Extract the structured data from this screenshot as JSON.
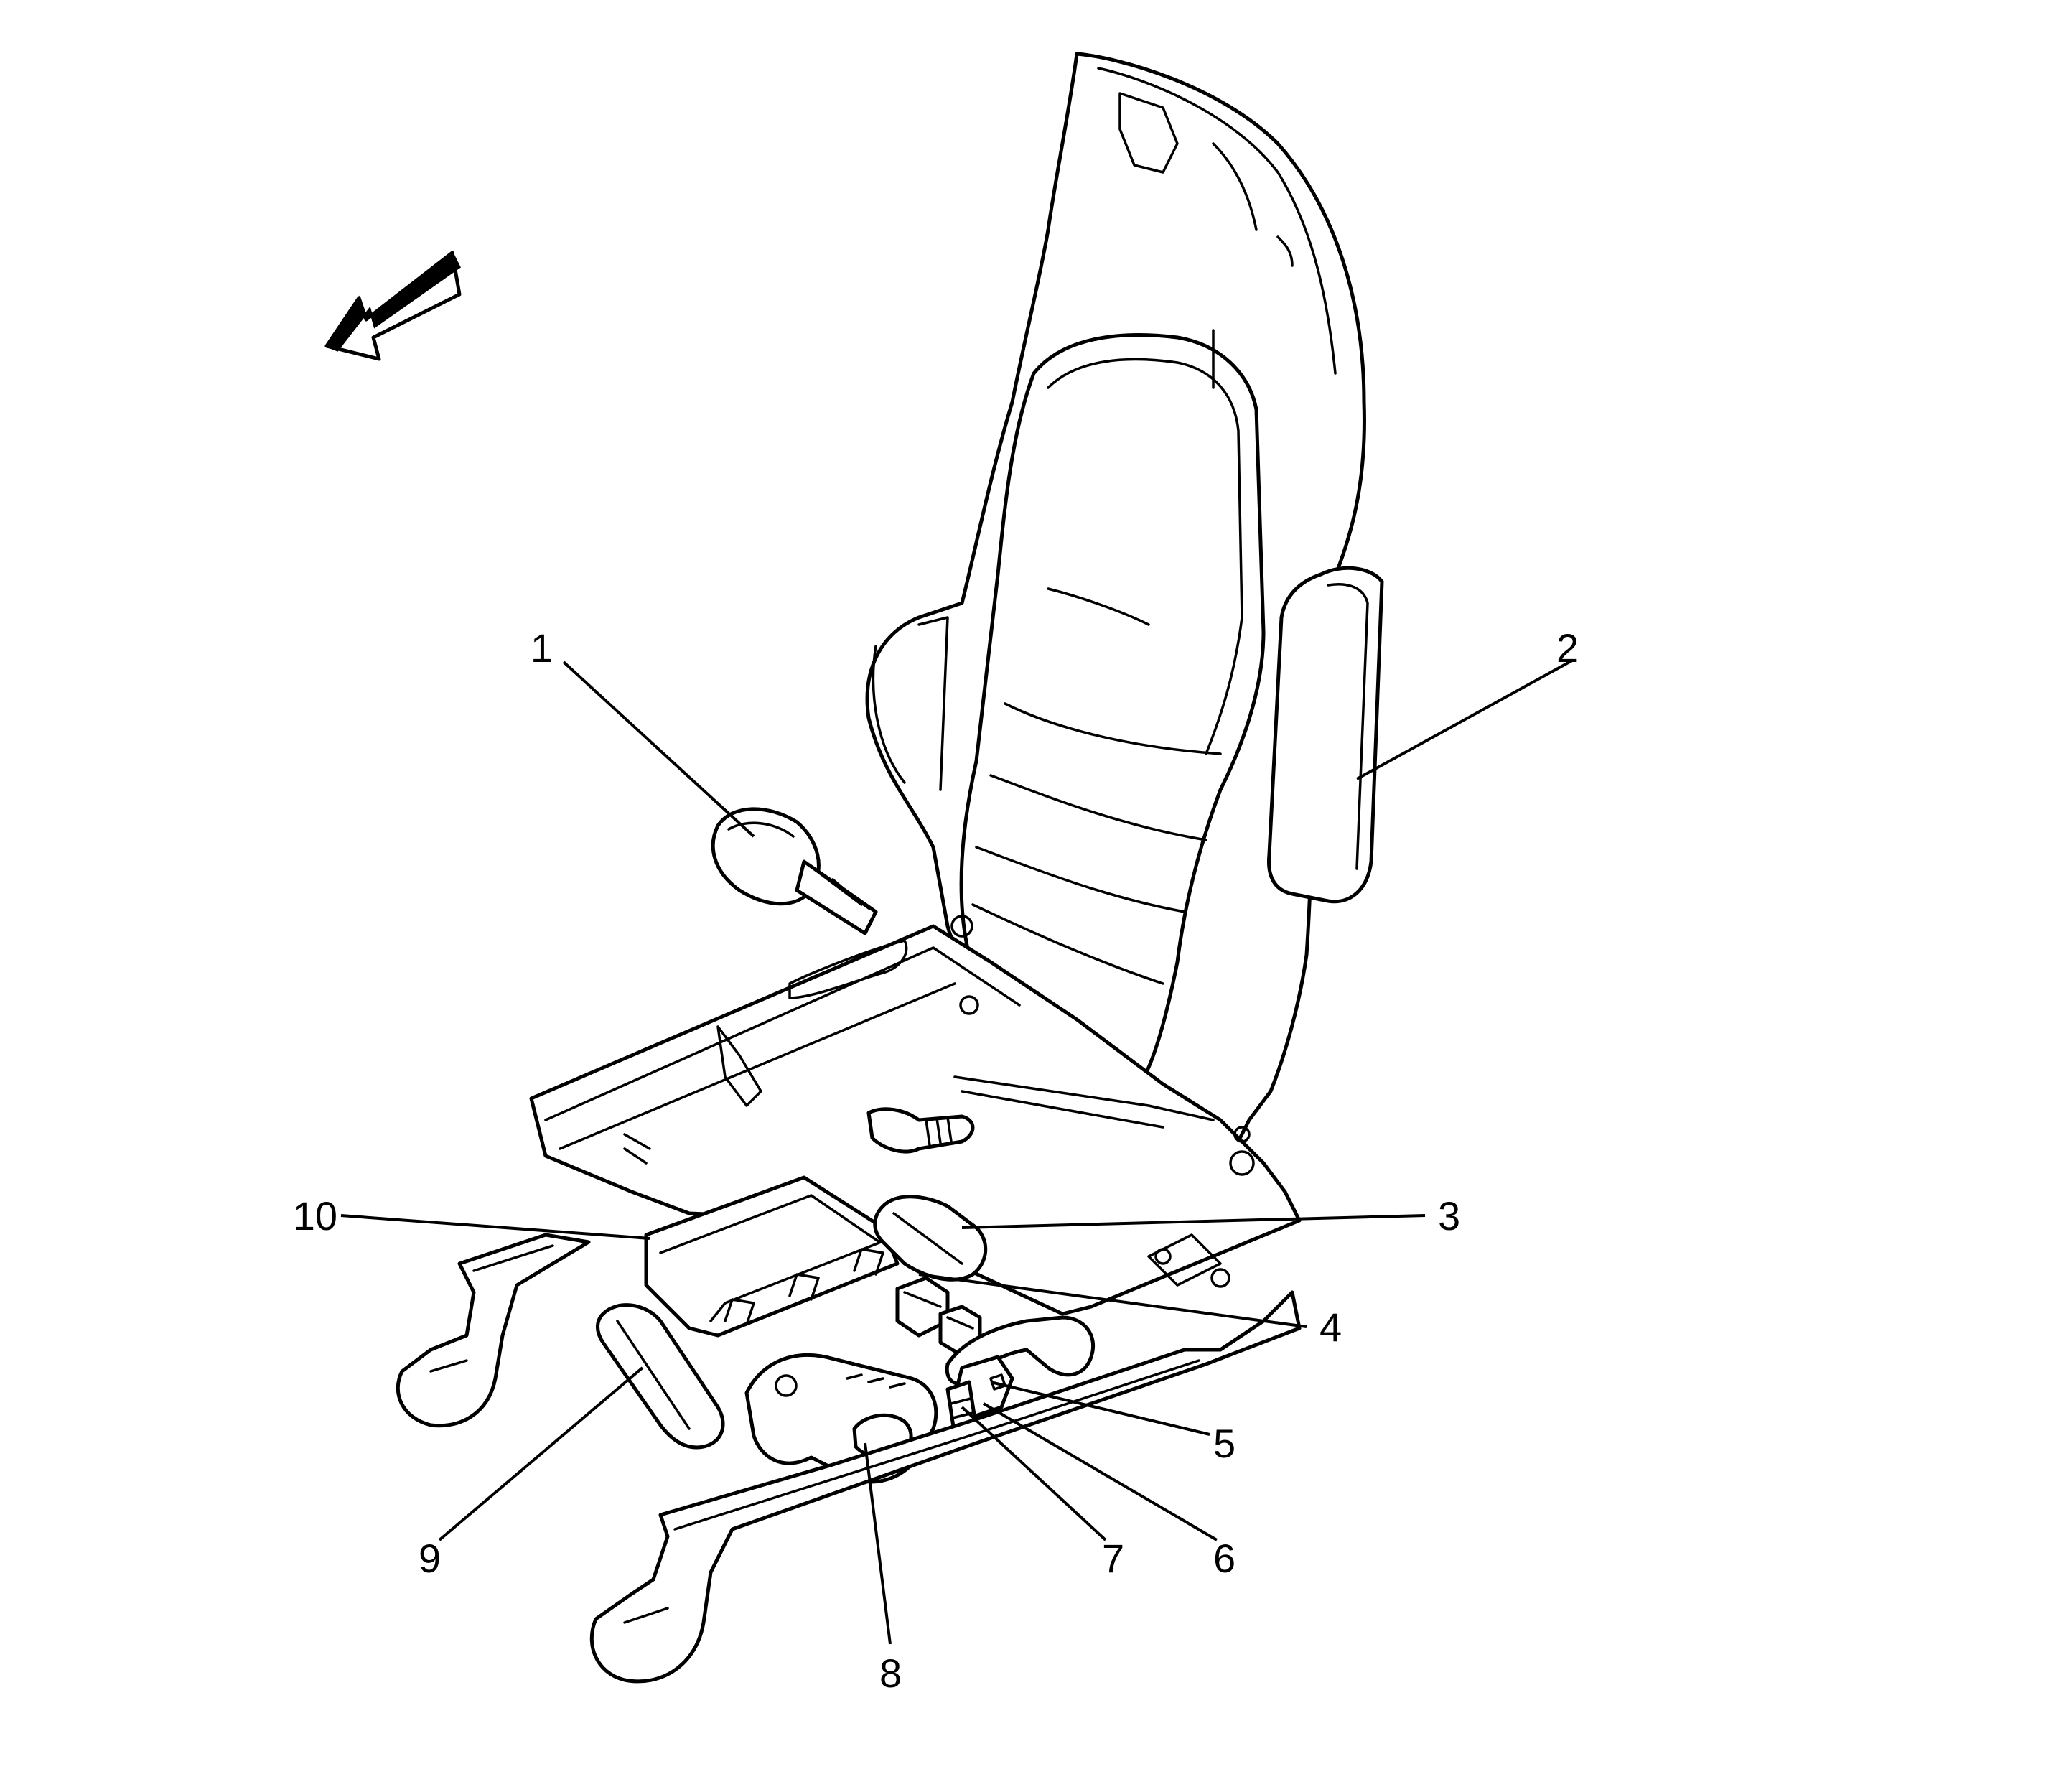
{
  "callouts": [
    {
      "id": "1",
      "label": "1"
    },
    {
      "id": "2",
      "label": "2"
    },
    {
      "id": "3",
      "label": "3"
    },
    {
      "id": "4",
      "label": "4"
    },
    {
      "id": "5",
      "label": "5"
    },
    {
      "id": "6",
      "label": "6"
    },
    {
      "id": "7",
      "label": "7"
    },
    {
      "id": "8",
      "label": "8"
    },
    {
      "id": "9",
      "label": "9"
    },
    {
      "id": "10",
      "label": "10"
    }
  ],
  "icons": {
    "direction": "forward-arrow-icon"
  },
  "colors": {
    "line": "#000000",
    "background": "#ffffff"
  }
}
